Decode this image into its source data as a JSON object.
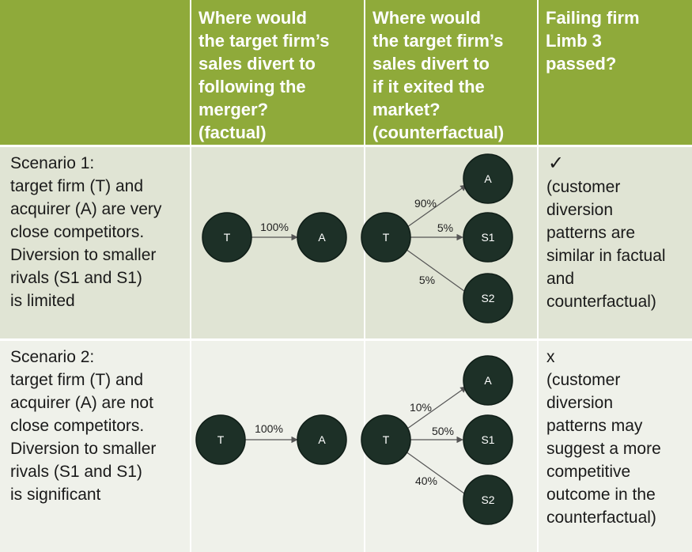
{
  "header": {
    "col1": "",
    "col2": [
      "Where would",
      "the target firm’s",
      "sales divert to",
      "following the",
      "merger?",
      "(factual)"
    ],
    "col3": [
      "Where would",
      "the target firm’s",
      "sales divert to",
      "if it exited the",
      "market?",
      "(counterfactual)"
    ],
    "col4": [
      "Failing firm",
      "Limb 3",
      "passed?"
    ]
  },
  "scenarios": [
    {
      "description": [
        "Scenario 1:",
        "target firm (T) and",
        "acquirer (A) are very",
        "close competitors.",
        "Diversion to smaller",
        "rivals (S1 and S1)",
        "is limited"
      ],
      "factual": {
        "from": "T",
        "to": "A",
        "share": "100%"
      },
      "counterfactual": {
        "from": "T",
        "targets": [
          {
            "name": "A",
            "share": "90%"
          },
          {
            "name": "S1",
            "share": "5%"
          },
          {
            "name": "S2",
            "share": "5%"
          }
        ]
      },
      "verdict_mark": "✓",
      "verdict_text": [
        "(customer",
        "diversion",
        "patterns are",
        "similar in factual",
        "and",
        "counterfactual)"
      ]
    },
    {
      "description": [
        "Scenario 2:",
        "target firm (T) and",
        "acquirer (A) are not",
        "close competitors.",
        "Diversion to smaller",
        "rivals (S1 and S1)",
        "is significant"
      ],
      "factual": {
        "from": "T",
        "to": "A",
        "share": "100%"
      },
      "counterfactual": {
        "from": "T",
        "targets": [
          {
            "name": "A",
            "share": "10%"
          },
          {
            "name": "S1",
            "share": "50%"
          },
          {
            "name": "S2",
            "share": "40%"
          }
        ]
      },
      "verdict_mark": "x",
      "verdict_text": [
        "(customer",
        "diversion",
        "patterns may",
        "suggest a more",
        "competitive",
        "outcome in the",
        "counterfactual)"
      ]
    }
  ],
  "colors": {
    "header": "#8faa3a",
    "row1": "#e0e4d4",
    "row2": "#eff1ea",
    "node": "#1d3027"
  }
}
